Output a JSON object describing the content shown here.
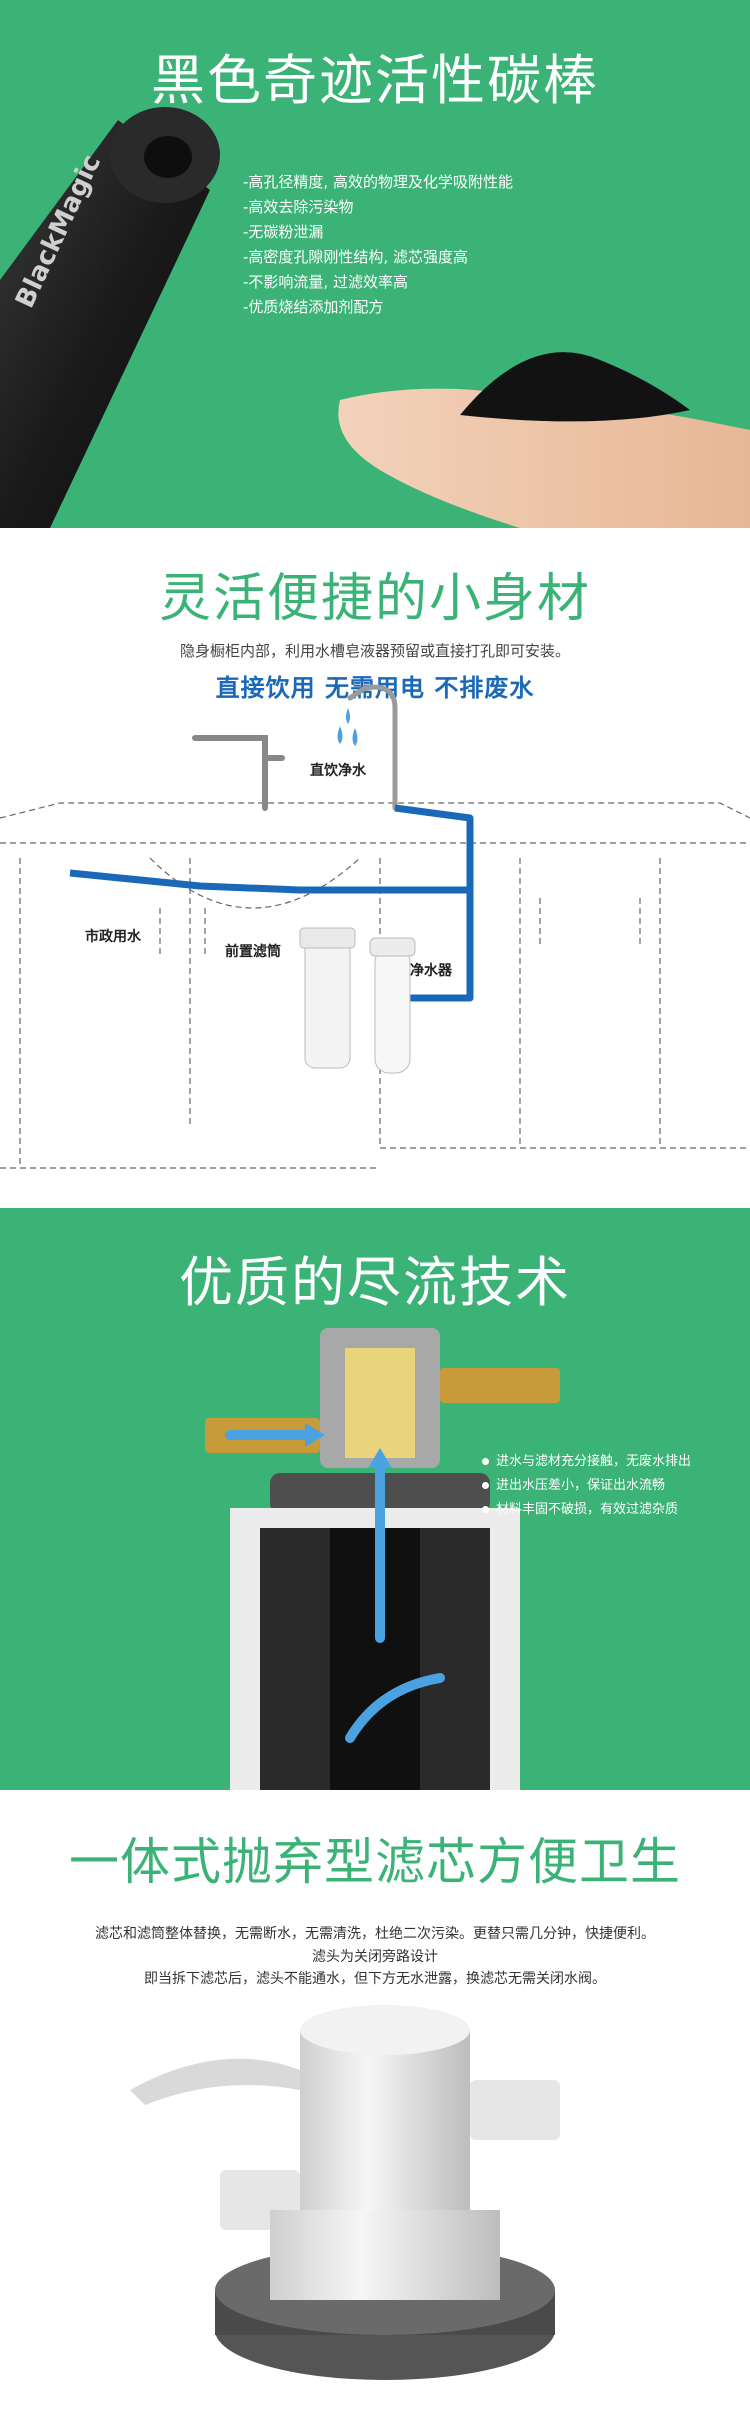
{
  "s1": {
    "title": "黑色奇迹活性碳棒",
    "logo_text": "BlackMagic",
    "bullets": [
      "-高孔径精度, 高效的物理及化学吸附性能",
      "-高效去除污染物",
      "-无碳粉泄漏",
      "-高密度孔隙刚性结构, 滤芯强度高",
      "-不影响流量, 过滤效率高",
      "-优质烧结添加剂配方"
    ]
  },
  "s2": {
    "headline": "灵活便捷的小身材",
    "desc": "隐身橱柜内部，利用水槽皂液器预留或直接打孔即可安装。",
    "highlight": "直接饮用  无需用电  不排废水",
    "labels": {
      "drink": "直饮净水",
      "city": "市政用水",
      "prefilter": "前置滤筒",
      "purifier": "净水器"
    }
  },
  "s3": {
    "headline": "优质的尽流技术",
    "features": [
      "进水与滤材充分接触，无废水排出",
      "进出水压差小，保证出水流畅",
      "材料丰固不破损，有效过滤杂质"
    ]
  },
  "s4": {
    "headline": "一体式抛弃型滤芯方便卫生",
    "p1": "滤芯和滤筒整体替换，无需断水，无需清洗，杜绝二次污染。更替只需几分钟，快捷便利。",
    "p2": "滤头为关闭旁路设计",
    "p3": "即当拆下滤芯后，滤头不能通水，但下方无水泄露，换滤芯无需关闭水阀。"
  },
  "colors": {
    "green": "#3bb376",
    "blue": "#1a69b8",
    "dark": "#222222"
  }
}
